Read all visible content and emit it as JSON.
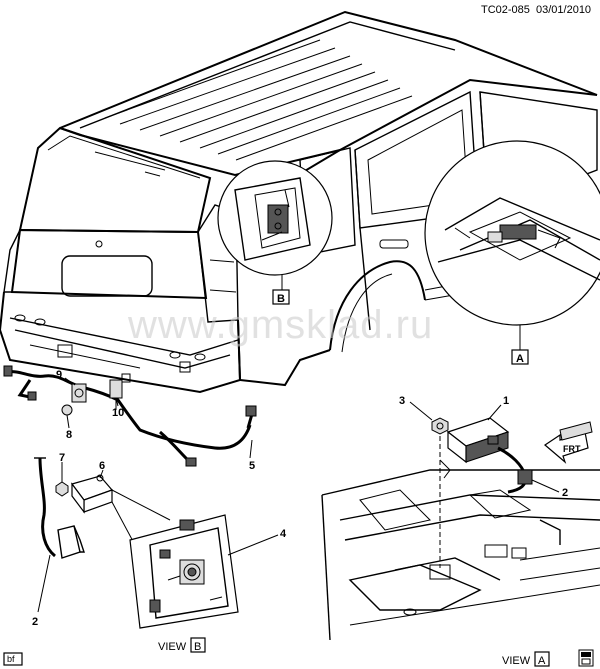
{
  "header": {
    "code": "TC02-085",
    "date": "03/01/2010"
  },
  "footer_left_tag": "bf",
  "watermark": "www.gmsklad.ru",
  "view_labels": {
    "a_prefix": "VIEW",
    "a_letter": "A",
    "b_prefix": "VIEW",
    "b_letter": "B"
  },
  "view_markers": {
    "a": "A",
    "b": "B"
  },
  "callouts": {
    "c1": "1",
    "c2_right": "2",
    "c2_left": "2",
    "c3": "3",
    "c4": "4",
    "c5": "5",
    "c6": "6",
    "c7": "7",
    "c8": "8",
    "c9": "9",
    "c10": "10"
  },
  "fwd_label": "FRT"
}
